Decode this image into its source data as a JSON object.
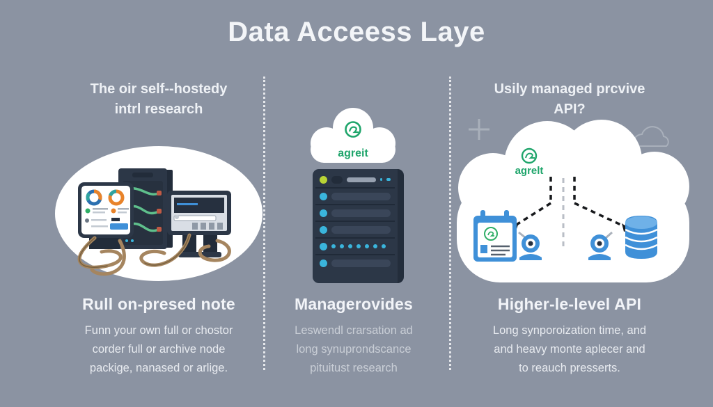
{
  "title": "Data Acceess Laye",
  "colors": {
    "background": "#8b93a2",
    "text_light": "#f3f5f8",
    "brand_green": "#1fa56b",
    "icon_blue": "#3f90d8",
    "server_navy": "#2c3747",
    "led_cyan": "#3ab5dc",
    "led_green": "#b9d435"
  },
  "columns": [
    {
      "id": "self-hosted-node",
      "header_line1": "The oir self--hostedy",
      "header_line2": "intrl research",
      "label": "Rull on-presed note",
      "body_lines": [
        "Funn your own full or chostor",
        "corder full or archive node",
        "packige, nanased or arlige."
      ],
      "illustration": "workstation-servers-cables"
    },
    {
      "id": "managed-provider",
      "cloud_label": "agreit",
      "label": "Managerovides",
      "body_lines": [
        "Leswendl crarsation ad",
        "long synuprondscance",
        "pituitust research"
      ],
      "illustration": "cloud-over-server-rack"
    },
    {
      "id": "higher-level-api",
      "header_line1": "Usily managed prcvive",
      "header_line2": "API?",
      "cloud_label": "agrelt",
      "label": "Higher-le-level API",
      "body_lines": [
        "Long synporoization time, and",
        "and heavy monte aplecer and",
        "to reauch presserts."
      ],
      "illustration": "cloud-with-calendar-cameras-database"
    }
  ]
}
